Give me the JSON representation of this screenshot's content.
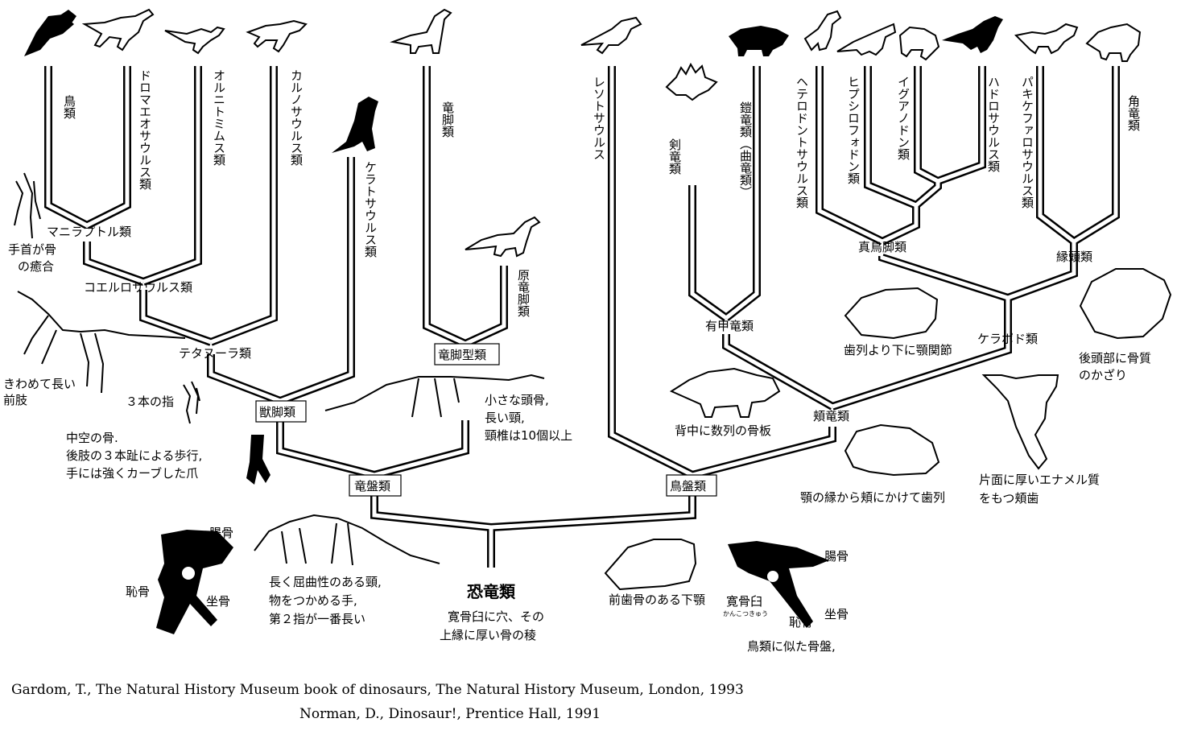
{
  "diagram": {
    "root": {
      "label": "恐竜類",
      "note": [
        "寛骨臼に穴、その",
        "上縁に厚い骨の稜"
      ]
    },
    "clade_labels": {
      "saurischia": "竜盤類",
      "ornithischia": "鳥盤類",
      "theropoda": "獣脚類",
      "sauropodomorpha": "竜脚型類",
      "tetanurae": "テタヌーラ類",
      "coelurosauria": "コエルロサウルス類",
      "maniraptora": "マニラプトル類",
      "genasauria": "頬竜類",
      "thyreophora": "有甲竜類",
      "cerapoda": "ケラポド類",
      "euornithopoda": "真鳥脚類",
      "marginocephalia": "縁頭類"
    },
    "taxa": {
      "birds": "鳥類",
      "dromaeosaurs": "ドロマエオサウルス類",
      "ornithomimids": "オルニトミムス類",
      "carnosaurs": "カルノサウルス類",
      "ceratosaurs": "ケラトサウルス類",
      "sauropods": "竜脚類",
      "prosauropods": "原竜脚類",
      "lesothosaurus": "レソトサウルス",
      "stegosaurs": "剣竜類",
      "ankylosaurs": "鎧竜類（曲竜類）",
      "heterodontosaurs": "ヘテロドントサウルス類",
      "hypsilophodonts": "ヒプシロフォドン類",
      "iguanodonts": "イグアノドン類",
      "hadrosaurs": "ハドロサウルス類",
      "pachycephalosaurs": "パキケファロサウルス類",
      "ceratopsians": "角竜類"
    },
    "notes": {
      "wrist": [
        "手首が骨",
        "の癒合"
      ],
      "forelimb": [
        "きわめて長い",
        "前肢"
      ],
      "three_fingers": "３本の指",
      "theropod_traits": [
        "中空の骨.",
        "後肢の３本趾による歩行,",
        "手には強くカーブした爪"
      ],
      "sauropodomorph_traits": [
        "小さな頭骨,",
        "長い頸,",
        "頸椎は10個以上"
      ],
      "saurischian_traits": [
        "長く屈曲性のある頸,",
        "物をつかめる手,",
        "第２指が一番長い"
      ],
      "saurischian_pelvis": {
        "ilium": "腸骨",
        "pubis": "恥骨",
        "ischium": "坐骨"
      },
      "predentary": "前歯骨のある下顎",
      "ornithischian_pelvis": {
        "ilium": "腸骨",
        "acetabulum": "寛骨臼",
        "acetabulum_reading": "かんこつきゅう",
        "pubis": "恥骨",
        "ischium": "坐骨",
        "caption": "鳥類に似た骨盤,"
      },
      "armor": "背中に数列の骨板",
      "jaw_joint": "歯列より下に顎関節",
      "cheek_teeth": "顎の縁から頬にかけて歯列",
      "enamel": [
        "片面に厚いエナメル質",
        "をもつ頬歯"
      ],
      "frill": [
        "後頭部に骨質",
        "のかざり"
      ]
    }
  },
  "citations": [
    "Gardom, T., The Natural History Museum book of dinosaurs, The Natural History Museum, London, 1993",
    "Norman, D., Dinosaur!, Prentice Hall, 1991"
  ]
}
